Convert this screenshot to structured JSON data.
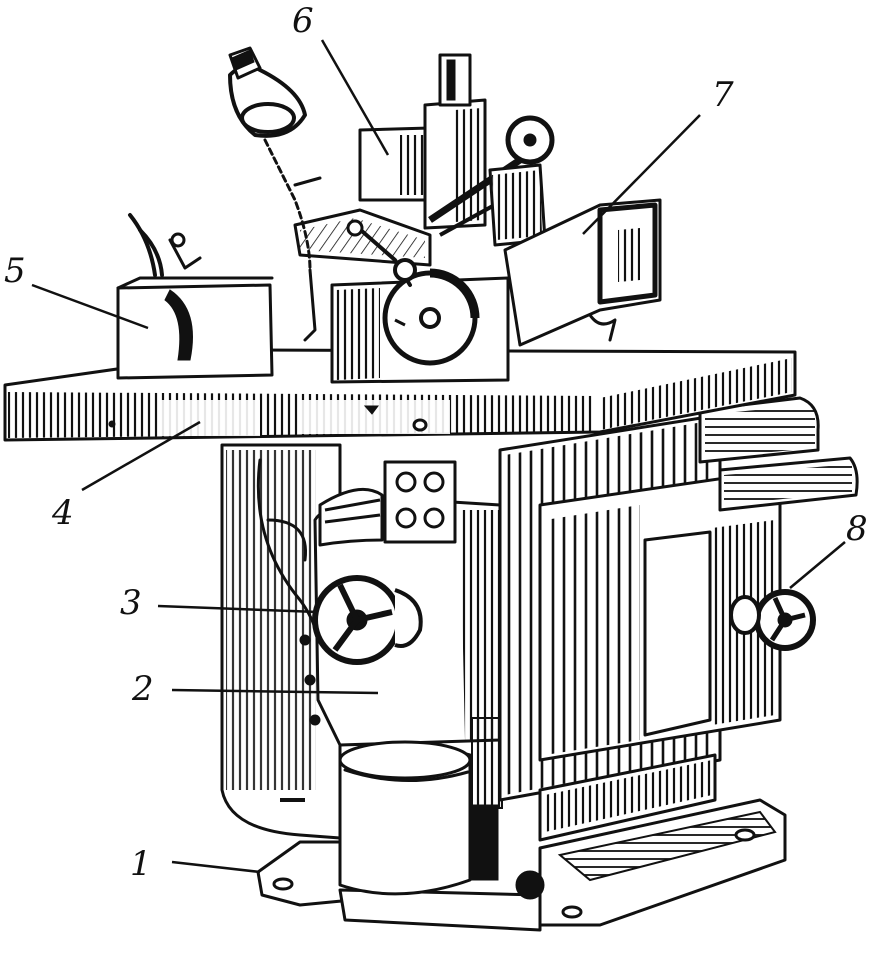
{
  "diagram": {
    "subject_icon": "machine-tool-icon",
    "ink_color": "#111111",
    "paper_color": "#ffffff",
    "callouts": [
      {
        "id": "c1",
        "label": "1"
      },
      {
        "id": "c2",
        "label": "2"
      },
      {
        "id": "c3",
        "label": "3"
      },
      {
        "id": "c4",
        "label": "4"
      },
      {
        "id": "c5",
        "label": "5"
      },
      {
        "id": "c6",
        "label": "6"
      },
      {
        "id": "c7",
        "label": "7"
      },
      {
        "id": "c8",
        "label": "8"
      }
    ]
  }
}
